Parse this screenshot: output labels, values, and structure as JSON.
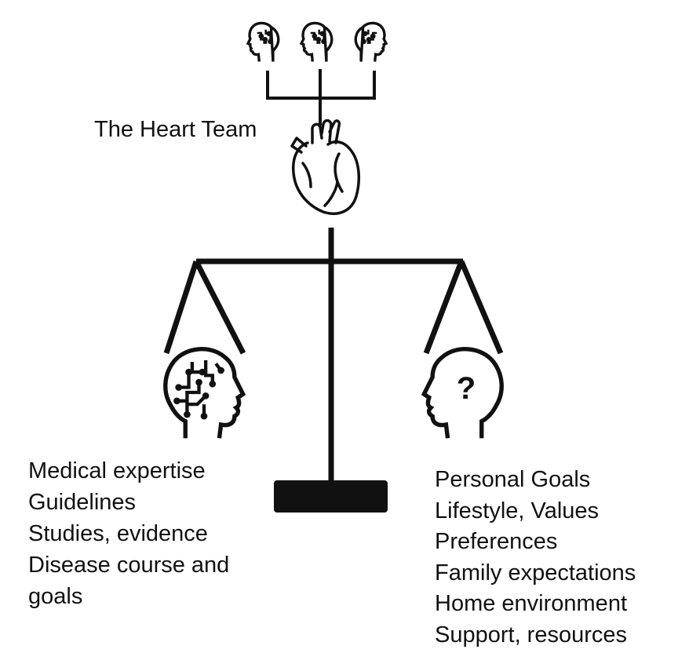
{
  "team_label": "The Heart Team",
  "left_items": [
    "Medical expertise",
    "Guidelines",
    "Studies, evidence",
    "Disease course and",
    "goals"
  ],
  "right_items": [
    "Personal Goals",
    "Lifestyle, Values",
    "Preferences",
    "Family expectations",
    "Home environment",
    "Support, resources"
  ],
  "right_head_symbol": "?",
  "colors": {
    "ink": "#111111",
    "background": "#ffffff"
  },
  "icons": {
    "team_heads": [
      "brain-circuit-head-icon",
      "brain-circuit-head-icon",
      "brain-circuit-head-icon"
    ],
    "heart": "anatomical-heart-icon",
    "left_head": "brain-circuit-head-icon",
    "right_head": "question-head-icon"
  }
}
